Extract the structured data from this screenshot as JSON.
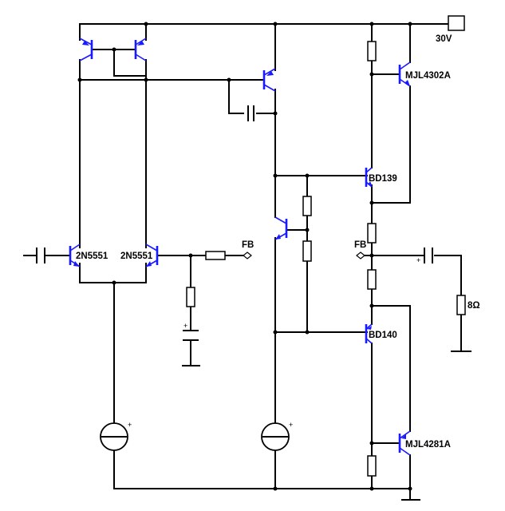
{
  "supply": {
    "label": "30V"
  },
  "output": {
    "load_label": "8Ω"
  },
  "feedback": {
    "input_label": "FB",
    "output_label": "FB"
  },
  "transistors": {
    "input_left": "2N5551",
    "input_right": "2N5551",
    "driver_npn": "BD139",
    "driver_pnp": "BD140",
    "output_npn": "MJL4302A",
    "output_pnp": "MJL4281A"
  },
  "colors": {
    "wire": "#000000",
    "transistor": "#1a1aff"
  }
}
